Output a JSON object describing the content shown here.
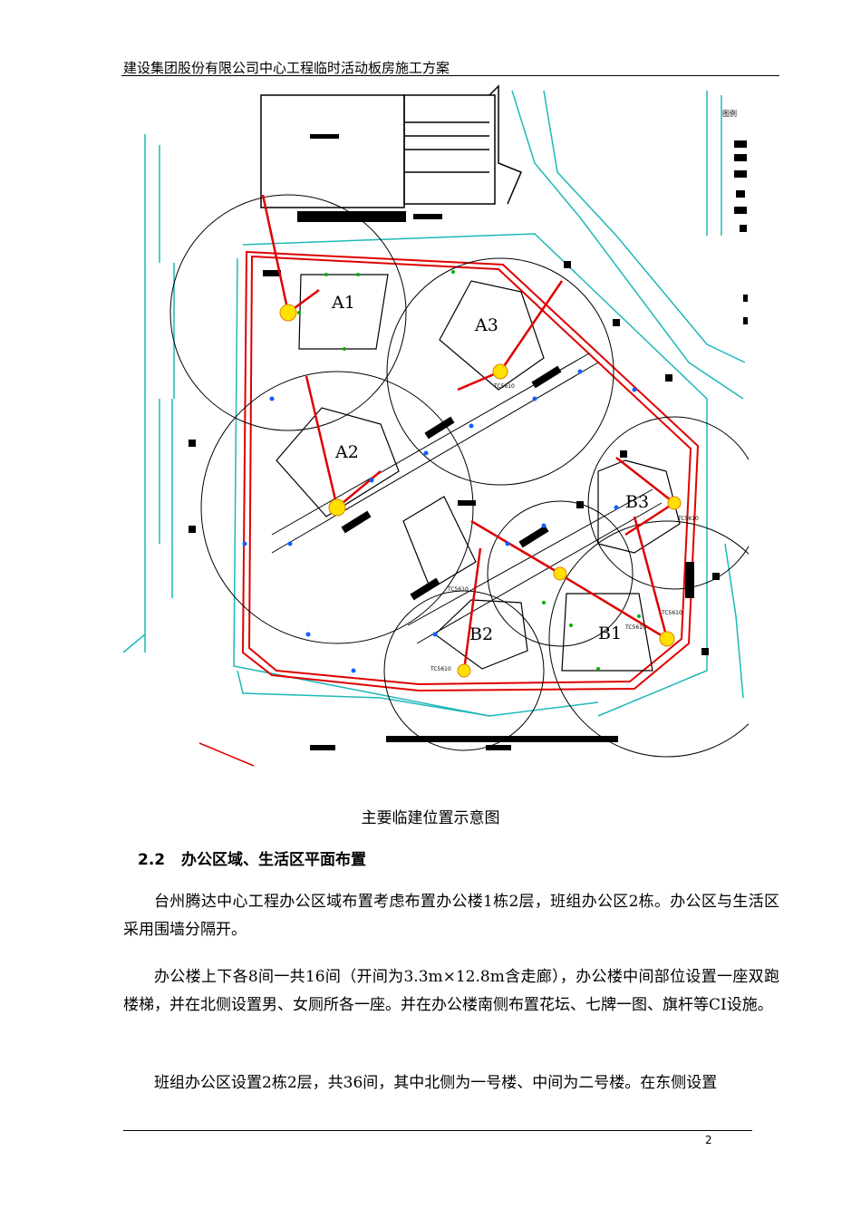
{
  "header": {
    "title": "建设集团股份有限公司中心工程临时活动板房施工方案"
  },
  "figure": {
    "building_labels": [
      "A1",
      "A3",
      "A2",
      "B3",
      "B2",
      "B1"
    ],
    "crane_labels": [
      "TC5610",
      "TC5610",
      "TC5610",
      "TC5610",
      "TC5610",
      "TC5610"
    ],
    "legend_title": "图例"
  },
  "caption": "主要临建位置示意图",
  "section": {
    "number": "2.2",
    "title": "办公区域、生活区平面布置"
  },
  "paragraphs": [
    "台州腾达中心工程办公区域布置考虑布置办公楼1栋2层，班组办公区2栋。办公区与生活区采用围墙分隔开。",
    "办公楼上下各8间一共16间（开间为3.3m×12.8m含走廊），办公楼中间部位设置一座双跑楼梯，并在北侧设置男、女厕所各一座。并在办公楼南侧布置花坛、七牌一图、旗杆等CI设施。",
    "班组办公区设置2栋2层，共36间，其中北侧为一号楼、中间为二号楼。在东侧设置"
  ],
  "footer": {
    "page_number": "2"
  }
}
